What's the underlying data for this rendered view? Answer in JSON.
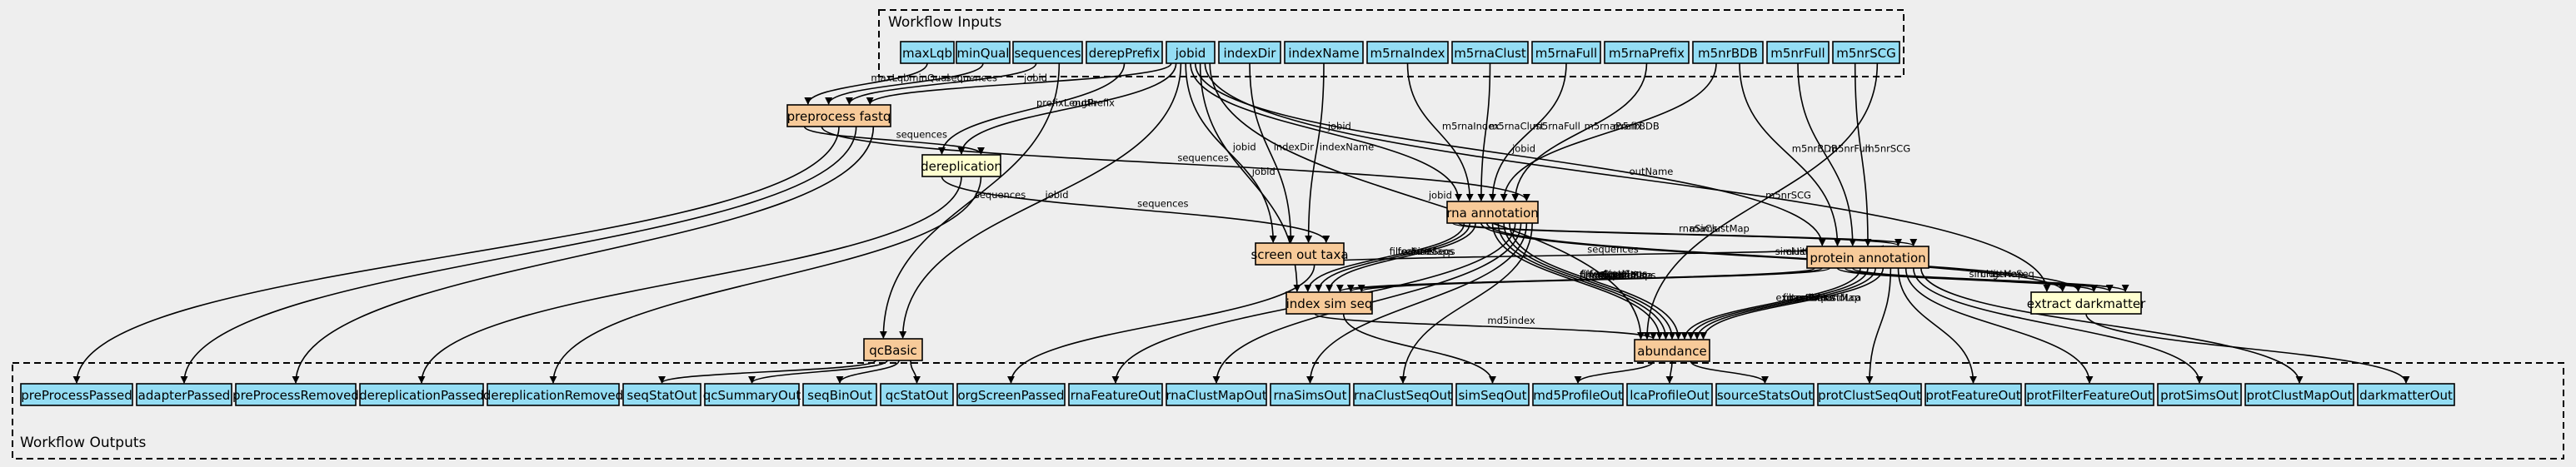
{
  "clusters": {
    "inputs_label": "Workflow Inputs",
    "outputs_label": "Workflow Outputs"
  },
  "colors": {
    "input": "#94ddf4",
    "step": "#f7ca99",
    "subworkflow": "#ffffd0",
    "output": "#94ddf4",
    "background": "#eeeeee"
  },
  "inputs": [
    {
      "id": "maxLqb",
      "label": "maxLqb"
    },
    {
      "id": "minQual",
      "label": "minQual"
    },
    {
      "id": "sequences",
      "label": "sequences"
    },
    {
      "id": "derepPrefix",
      "label": "derepPrefix"
    },
    {
      "id": "jobid",
      "label": "jobid"
    },
    {
      "id": "indexDir",
      "label": "indexDir"
    },
    {
      "id": "indexName",
      "label": "indexName"
    },
    {
      "id": "m5rnaIndex",
      "label": "m5rnaIndex"
    },
    {
      "id": "m5rnaClust",
      "label": "m5rnaClust"
    },
    {
      "id": "m5rnaFull",
      "label": "m5rnaFull"
    },
    {
      "id": "m5rnaPrefix",
      "label": "m5rnaPrefix"
    },
    {
      "id": "m5nrBDB",
      "label": "m5nrBDB"
    },
    {
      "id": "m5nrFull",
      "label": "m5nrFull"
    },
    {
      "id": "m5nrSCG",
      "label": "m5nrSCG"
    }
  ],
  "steps": [
    {
      "id": "preprocess",
      "label": "preprocess fastq",
      "kind": "step"
    },
    {
      "id": "dereplication",
      "label": "dereplication",
      "kind": "subworkflow"
    },
    {
      "id": "screen",
      "label": "screen out taxa",
      "kind": "step"
    },
    {
      "id": "rna",
      "label": "rna annotation",
      "kind": "step"
    },
    {
      "id": "protein",
      "label": "protein annotation",
      "kind": "step"
    },
    {
      "id": "indexsim",
      "label": "index sim seq",
      "kind": "step"
    },
    {
      "id": "extract",
      "label": "extract darkmatter",
      "kind": "subworkflow"
    },
    {
      "id": "qcbasic",
      "label": "qcBasic",
      "kind": "step"
    },
    {
      "id": "abundance",
      "label": "abundance",
      "kind": "step"
    }
  ],
  "outputs": [
    {
      "id": "preProcessPassed",
      "label": "preProcessPassed"
    },
    {
      "id": "adapterPassed",
      "label": "adapterPassed"
    },
    {
      "id": "preProcessRemoved",
      "label": "preProcessRemoved"
    },
    {
      "id": "dereplicationPassed",
      "label": "dereplicationPassed"
    },
    {
      "id": "dereplicationRemoved",
      "label": "dereplicationRemoved"
    },
    {
      "id": "seqStatOut",
      "label": "seqStatOut"
    },
    {
      "id": "qcSummaryOut",
      "label": "qcSummaryOut"
    },
    {
      "id": "seqBinOut",
      "label": "seqBinOut"
    },
    {
      "id": "qcStatOut",
      "label": "qcStatOut"
    },
    {
      "id": "orgScreenPassed",
      "label": "orgScreenPassed"
    },
    {
      "id": "rnaFeatureOut",
      "label": "rnaFeatureOut"
    },
    {
      "id": "rnaClustMapOut",
      "label": "rnaClustMapOut"
    },
    {
      "id": "rnaSimsOut",
      "label": "rnaSimsOut"
    },
    {
      "id": "rnaClustSeqOut",
      "label": "rnaClustSeqOut"
    },
    {
      "id": "simSeqOut",
      "label": "simSeqOut"
    },
    {
      "id": "md5ProfileOut",
      "label": "md5ProfileOut"
    },
    {
      "id": "lcaProfileOut",
      "label": "lcaProfileOut"
    },
    {
      "id": "sourceStatsOut",
      "label": "sourceStatsOut"
    },
    {
      "id": "protClustSeqOut",
      "label": "protClustSeqOut"
    },
    {
      "id": "protFeatureOut",
      "label": "protFeatureOut"
    },
    {
      "id": "protFilterFeatureOut",
      "label": "protFilterFeatureOut"
    },
    {
      "id": "protSimsOut",
      "label": "protSimsOut"
    },
    {
      "id": "protClustMapOut",
      "label": "protClustMapOut"
    },
    {
      "id": "darkmatterOut",
      "label": "darkmatterOut"
    }
  ],
  "edges": [
    {
      "from": "maxLqb",
      "to": "preprocess",
      "label": "maxLqb"
    },
    {
      "from": "minQual",
      "to": "preprocess",
      "label": "minQual"
    },
    {
      "from": "sequences",
      "to": "preprocess",
      "label": "sequences"
    },
    {
      "from": "jobid",
      "to": "preprocess",
      "label": "jobid"
    },
    {
      "from": "derepPrefix",
      "to": "dereplication",
      "label": "prefixLength"
    },
    {
      "from": "jobid",
      "to": "dereplication",
      "label": "outPrefix"
    },
    {
      "from": "preprocess",
      "to": "dereplication",
      "label": "sequences"
    },
    {
      "from": "sequences",
      "to": "qcbasic",
      "label": "sequences"
    },
    {
      "from": "jobid",
      "to": "qcbasic",
      "label": "jobid"
    },
    {
      "from": "jobid",
      "to": "screen",
      "label": "jobid"
    },
    {
      "from": "indexDir",
      "to": "screen",
      "label": "indexDir"
    },
    {
      "from": "indexName",
      "to": "screen",
      "label": "indexName"
    },
    {
      "from": "dereplication",
      "to": "screen",
      "label": "sequences"
    },
    {
      "from": "jobid",
      "to": "rna",
      "label": "jobid"
    },
    {
      "from": "m5rnaIndex",
      "to": "rna",
      "label": "m5rnaIndex"
    },
    {
      "from": "m5rnaClust",
      "to": "rna",
      "label": "m5rnaClust"
    },
    {
      "from": "m5rnaFull",
      "to": "rna",
      "label": "m5rnaFull"
    },
    {
      "from": "m5nrBDB",
      "to": "rna",
      "label": "m5nrBDB"
    },
    {
      "from": "m5rnaPrefix",
      "to": "rna",
      "label": "m5rnaPrefix"
    },
    {
      "from": "preprocess",
      "to": "rna",
      "label": "sequences"
    },
    {
      "from": "jobid",
      "to": "protein",
      "label": "jobid"
    },
    {
      "from": "m5nrBDB",
      "to": "protein",
      "label": "m5nrBDB"
    },
    {
      "from": "m5nrFull",
      "to": "protein",
      "label": "m5nrFull"
    },
    {
      "from": "m5nrSCG",
      "to": "protein",
      "label": "m5nrSCG"
    },
    {
      "from": "screen",
      "to": "protein",
      "label": "sequences"
    },
    {
      "from": "rna",
      "to": "protein",
      "label": "rnaSims"
    },
    {
      "from": "rna",
      "to": "protein",
      "label": "rnaClustMap"
    },
    {
      "from": "jobid",
      "to": "indexsim",
      "label": "jobid"
    },
    {
      "from": "rna",
      "to": "indexsim",
      "label": "filterSims"
    },
    {
      "from": "rna",
      "to": "indexsim",
      "label": "featureSeqs"
    },
    {
      "from": "rna",
      "to": "indexsim",
      "label": "clustMaps"
    },
    {
      "from": "protein",
      "to": "indexsim",
      "label": "filterSims"
    },
    {
      "from": "protein",
      "to": "indexsim",
      "label": "featureSeqs"
    },
    {
      "from": "protein",
      "to": "indexsim",
      "label": "clustMaps"
    },
    {
      "from": "jobid",
      "to": "extract",
      "label": "outName"
    },
    {
      "from": "rna",
      "to": "extract",
      "label": "simHit"
    },
    {
      "from": "rna",
      "to": "extract",
      "label": "clustMap"
    },
    {
      "from": "protein",
      "to": "extract",
      "label": "simHit"
    },
    {
      "from": "protein",
      "to": "extract",
      "label": "clustMap"
    },
    {
      "from": "protein",
      "to": "extract",
      "label": "geneSeq"
    },
    {
      "from": "jobid",
      "to": "abundance",
      "label": "jobid"
    },
    {
      "from": "m5nrSCG",
      "to": "abundance",
      "label": "m5nrSCG"
    },
    {
      "from": "indexsim",
      "to": "abundance",
      "label": "md5index"
    },
    {
      "from": "rna",
      "to": "abundance",
      "label": "filterSims"
    },
    {
      "from": "rna",
      "to": "abundance",
      "label": "maExpandLca"
    },
    {
      "from": "rna",
      "to": "abundance",
      "label": "maClustMap"
    },
    {
      "from": "rna",
      "to": "abundance",
      "label": "expandSims"
    },
    {
      "from": "protein",
      "to": "abundance",
      "label": "expandSims"
    },
    {
      "from": "protein",
      "to": "abundance",
      "label": "filterSims"
    },
    {
      "from": "protein",
      "to": "abundance",
      "label": "protExpandLca"
    },
    {
      "from": "protein",
      "to": "abundance",
      "label": "protClustMap"
    },
    {
      "from": "preprocess",
      "to": "preProcessPassed",
      "label": ""
    },
    {
      "from": "preprocess",
      "to": "adapterPassed",
      "label": ""
    },
    {
      "from": "preprocess",
      "to": "preProcessRemoved",
      "label": ""
    },
    {
      "from": "dereplication",
      "to": "dereplicationPassed",
      "label": ""
    },
    {
      "from": "dereplication",
      "to": "dereplicationRemoved",
      "label": ""
    },
    {
      "from": "qcbasic",
      "to": "seqStatOut",
      "label": ""
    },
    {
      "from": "qcbasic",
      "to": "qcSummaryOut",
      "label": ""
    },
    {
      "from": "qcbasic",
      "to": "seqBinOut",
      "label": ""
    },
    {
      "from": "qcbasic",
      "to": "qcStatOut",
      "label": ""
    },
    {
      "from": "screen",
      "to": "orgScreenPassed",
      "label": ""
    },
    {
      "from": "rna",
      "to": "rnaFeatureOut",
      "label": ""
    },
    {
      "from": "rna",
      "to": "rnaClustMapOut",
      "label": ""
    },
    {
      "from": "rna",
      "to": "rnaSimsOut",
      "label": ""
    },
    {
      "from": "rna",
      "to": "rnaClustSeqOut",
      "label": ""
    },
    {
      "from": "indexsim",
      "to": "simSeqOut",
      "label": ""
    },
    {
      "from": "abundance",
      "to": "md5ProfileOut",
      "label": ""
    },
    {
      "from": "abundance",
      "to": "lcaProfileOut",
      "label": ""
    },
    {
      "from": "abundance",
      "to": "sourceStatsOut",
      "label": ""
    },
    {
      "from": "protein",
      "to": "protClustSeqOut",
      "label": ""
    },
    {
      "from": "protein",
      "to": "protFeatureOut",
      "label": ""
    },
    {
      "from": "protein",
      "to": "protFilterFeatureOut",
      "label": ""
    },
    {
      "from": "protein",
      "to": "protSimsOut",
      "label": ""
    },
    {
      "from": "protein",
      "to": "protClustMapOut",
      "label": ""
    },
    {
      "from": "extract",
      "to": "darkmatterOut",
      "label": ""
    }
  ]
}
